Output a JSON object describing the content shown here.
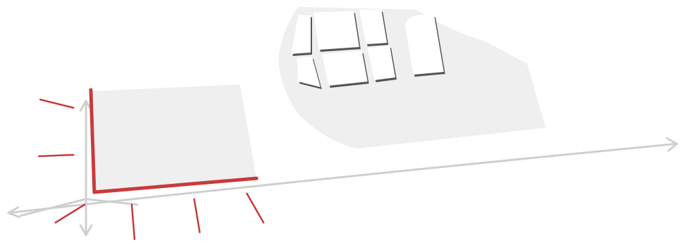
{
  "palette": {
    "background": "#ffffff",
    "panel_fill": "#efefef",
    "window_fill": "#ffffff",
    "window_shadow": "#555555",
    "axis": "#cfcfcf",
    "accent": "#c93a3a"
  },
  "elements": {
    "axes": [
      "horizontal-axis",
      "vertical-axis",
      "diagonal-axis"
    ],
    "left_panel": {
      "type": "tilted-square",
      "highlighted_edges": [
        "left-edge",
        "bottom-edge"
      ]
    },
    "right_panel": {
      "type": "rounded-blob",
      "window_count": 7
    },
    "tick_marks": {
      "left_count": 2,
      "bottom_count": 4,
      "corner_count": 1
    }
  }
}
